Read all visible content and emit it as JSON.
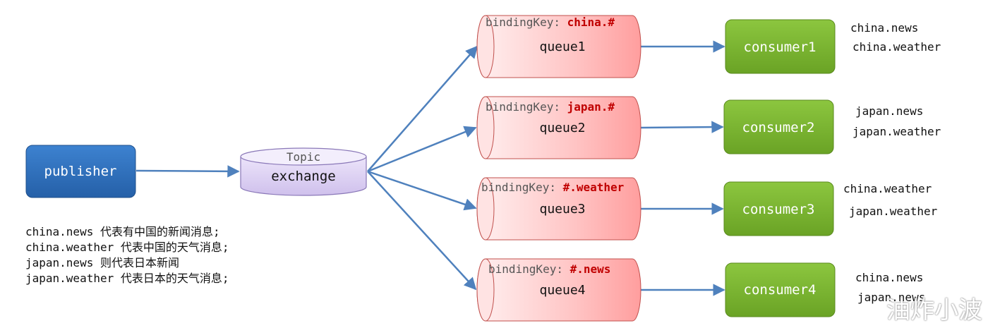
{
  "publisher": {
    "label": "publisher"
  },
  "exchange": {
    "type_label": "Topic",
    "label": "exchange"
  },
  "queues": [
    {
      "label": "queue1",
      "binding_prefix": "bindingKey: ",
      "binding_key": "china.#"
    },
    {
      "label": "queue2",
      "binding_prefix": "bindingKey: ",
      "binding_key": "japan.#"
    },
    {
      "label": "queue3",
      "binding_prefix": "bindingKey: ",
      "binding_key": "#.weather"
    },
    {
      "label": "queue4",
      "binding_prefix": "bindingKey: ",
      "binding_key": "#.news"
    }
  ],
  "consumers": [
    {
      "label": "consumer1",
      "routes": [
        "china.news",
        "china.weather"
      ]
    },
    {
      "label": "consumer2",
      "routes": [
        "japan.news",
        "japan.weather"
      ]
    },
    {
      "label": "consumer3",
      "routes": [
        "china.weather",
        "japan.weather"
      ]
    },
    {
      "label": "consumer4",
      "routes": [
        "china.news",
        "japan.news"
      ]
    }
  ],
  "notes": [
    "china.news 代表有中国的新闻消息;",
    "china.weather 代表中国的天气消息;",
    "japan.news 则代表日本新闻",
    "japan.weather 代表日本的天气消息;"
  ],
  "watermark": "油炸小波",
  "colors": {
    "publisher": "#2e6db3",
    "exchange": "#d9cdf0",
    "queue": "#ffb3b3",
    "consumer": "#7cb22f",
    "arrow": "#4f81bd",
    "binding_key": "#c00000"
  }
}
